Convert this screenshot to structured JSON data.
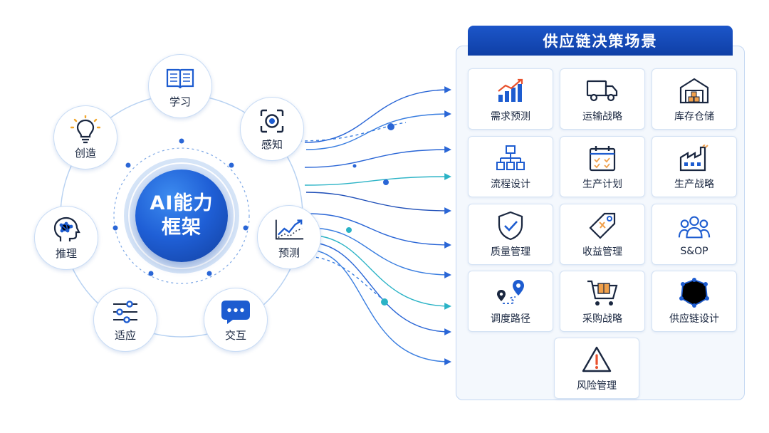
{
  "core": {
    "line1": "AI能力",
    "line2": "框架"
  },
  "capabilities": [
    {
      "id": "learn",
      "label": "学习",
      "icon": "open-book-icon"
    },
    {
      "id": "perceive",
      "label": "感知",
      "icon": "camera-focus-icon"
    },
    {
      "id": "predict",
      "label": "预测",
      "icon": "trend-chart-icon"
    },
    {
      "id": "interact",
      "label": "交互",
      "icon": "chat-bubble-icon"
    },
    {
      "id": "adapt",
      "label": "适应",
      "icon": "sliders-icon"
    },
    {
      "id": "reason",
      "label": "推理",
      "icon": "brain-network-icon"
    },
    {
      "id": "create",
      "label": "创造",
      "icon": "lightbulb-icon"
    }
  ],
  "panel": {
    "title": "供应链决策场景",
    "scenarios": [
      {
        "label": "需求预测",
        "icon": "bar-trend-icon"
      },
      {
        "label": "运输战略",
        "icon": "truck-icon"
      },
      {
        "label": "库存仓储",
        "icon": "warehouse-icon"
      },
      {
        "label": "流程设计",
        "icon": "flowchart-icon"
      },
      {
        "label": "生产计划",
        "icon": "calendar-check-icon"
      },
      {
        "label": "生产战略",
        "icon": "factory-icon"
      },
      {
        "label": "质量管理",
        "icon": "shield-check-icon"
      },
      {
        "label": "收益管理",
        "icon": "price-tag-icon"
      },
      {
        "label": "S&OP",
        "icon": "team-icon"
      },
      {
        "label": "调度路径",
        "icon": "route-pins-icon"
      },
      {
        "label": "采购战略",
        "icon": "shopping-cart-icon"
      },
      {
        "label": "供应链设计",
        "icon": "global-network-icon"
      },
      {
        "label": "风险管理",
        "icon": "warning-triangle-icon"
      }
    ]
  },
  "colors": {
    "primary": "#1d5cd0",
    "dark": "#123f9e",
    "teal": "#2bb3c6",
    "line": "#b8d2f2"
  }
}
